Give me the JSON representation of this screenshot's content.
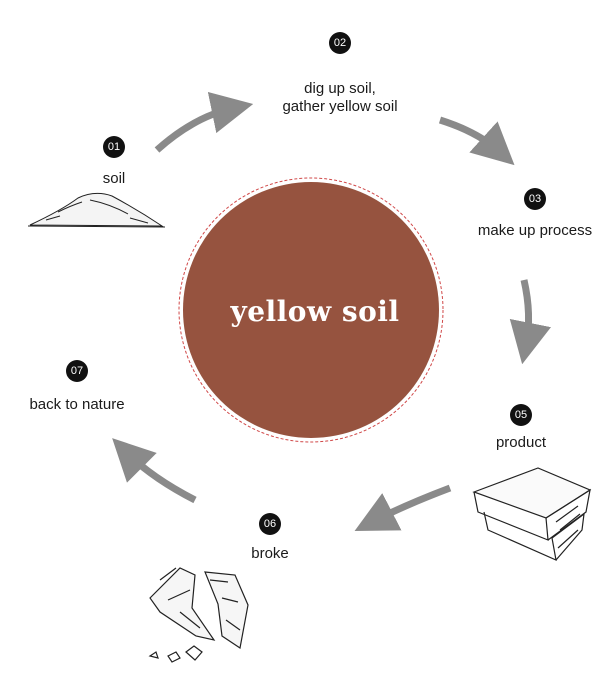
{
  "center": {
    "title": "yellow soil",
    "fill_color": "#96533f",
    "ring_color": "#d04848"
  },
  "arrow_color": "#8a8a8a",
  "steps": [
    {
      "number": "01",
      "label": "soil"
    },
    {
      "number": "02",
      "label_line1": "dig up soil,",
      "label_line2": "gather yellow soil"
    },
    {
      "number": "03",
      "label": "make up process"
    },
    {
      "number": "05",
      "label": "product"
    },
    {
      "number": "06",
      "label": "broke"
    },
    {
      "number": "07",
      "label": "back to nature"
    }
  ]
}
